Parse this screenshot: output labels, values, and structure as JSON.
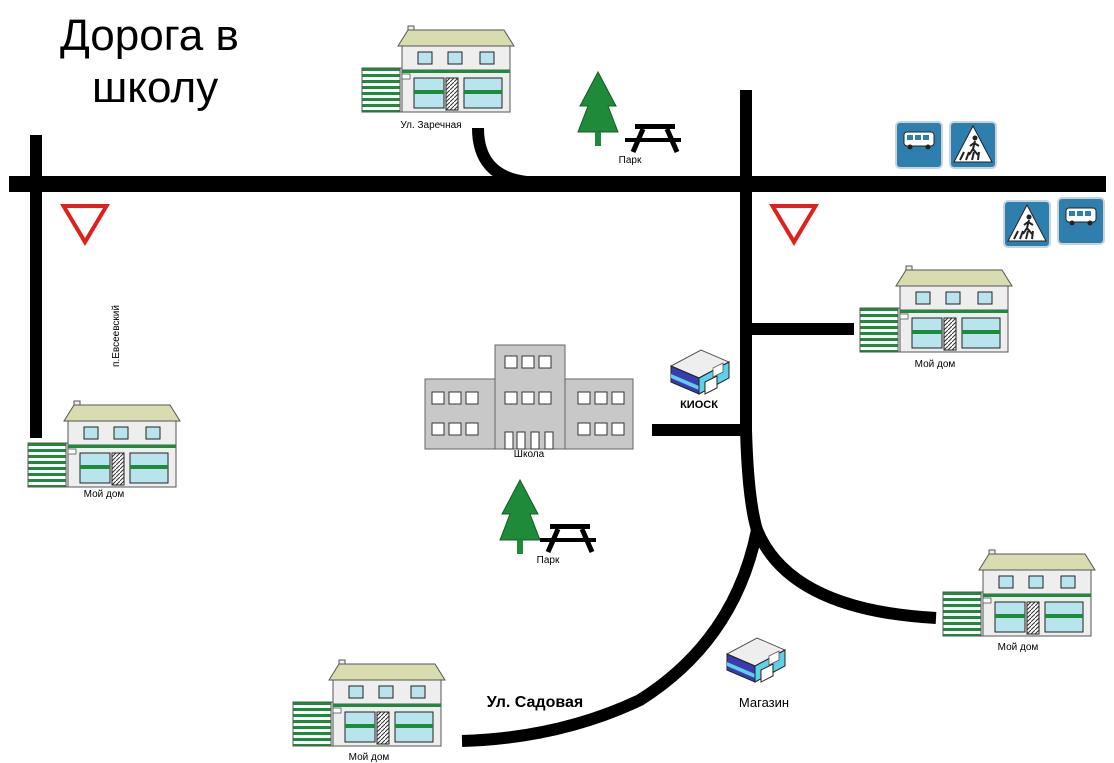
{
  "title_line1": "Дорога в",
  "title_line2": "школу",
  "colors": {
    "road": "#000000",
    "grass_green": "#1e8a3c",
    "roof": "#d8dcb0",
    "wall": "#eeeeee",
    "window": "#b8e4ee",
    "school": "#c8c8c8",
    "sign_blue": "#2f7fae",
    "yield_red": "#e0201c"
  },
  "labels": {
    "zarechnaya": "Ул. Заречная",
    "park_top": "Парк",
    "park_bottom": "Парк",
    "evseevsky": "п.Евсеевский",
    "home_left": "Мой дом",
    "home_right_top": "Мой дом",
    "home_right_bottom": "Мой дом",
    "home_bottom": "Мой дом",
    "school": "Школа",
    "kiosk": "КИОСК",
    "shop": "Магазин",
    "sadovaya": "Ул. Садовая"
  },
  "icons": {
    "tree": "fir-tree-icon",
    "bench": "picnic-table-icon",
    "yield_sign": "yield-sign-icon",
    "bus_sign": "bus-stop-sign-icon",
    "crossing_sign": "pedestrian-crossing-sign-icon",
    "house": "house-icon",
    "school": "school-building-icon",
    "kiosk": "kiosk-icon",
    "shop": "shop-icon"
  }
}
